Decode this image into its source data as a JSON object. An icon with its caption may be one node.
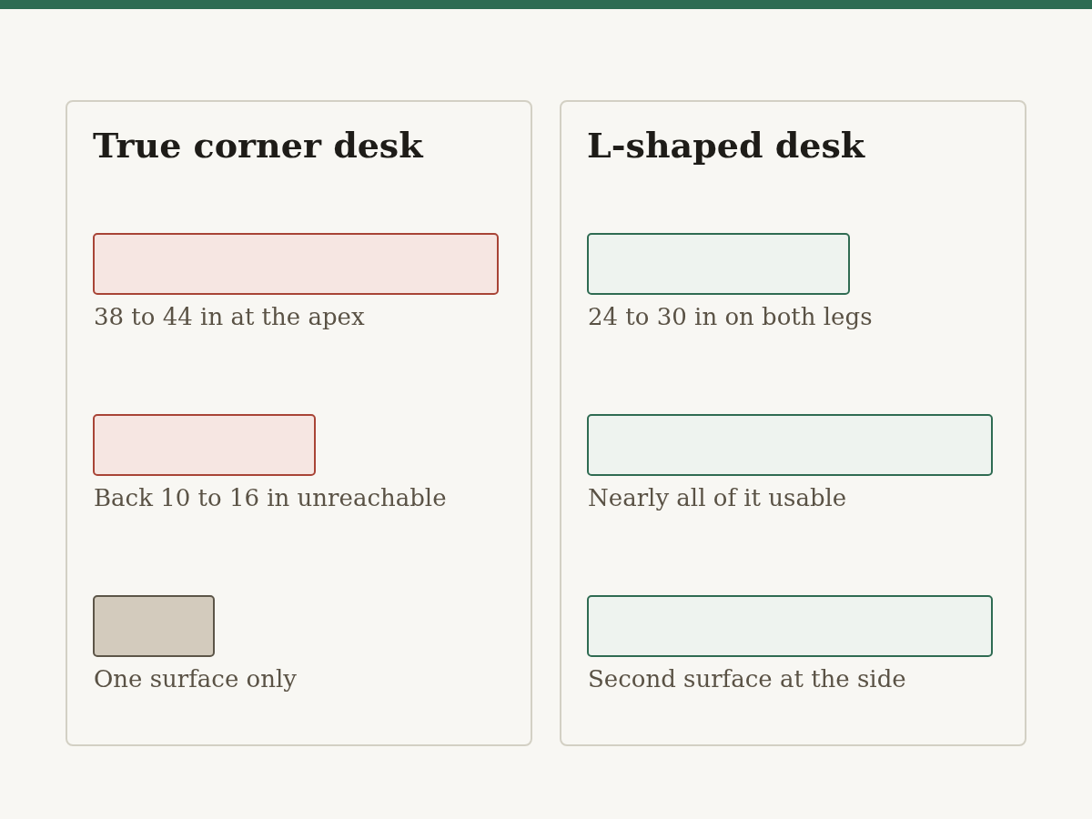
{
  "diagram": {
    "nodes": [
      {
        "text": [
          "True corner desk"
        ]
      },
      {
        "text": [],
        "shape": "bar",
        "in": 0,
        "beside": [
          "38 to 44 in at the apex"
        ]
      },
      {
        "text": [],
        "shape": "bar",
        "in": 0,
        "beside": [
          "Back 10 to 16 in unreachable"
        ]
      },
      {
        "text": [],
        "shape": "bar",
        "in": 0,
        "beside": [
          "One surface only"
        ]
      },
      {
        "text": [
          "L-shaped desk"
        ]
      },
      {
        "text": [],
        "shape": "bar",
        "in": 4,
        "beside": [
          "24 to 30 in on both legs"
        ]
      },
      {
        "text": [],
        "shape": "bar",
        "in": 4,
        "beside": [
          "Nearly all of it usable"
        ]
      },
      {
        "text": [],
        "shape": "bar",
        "in": 4,
        "beside": [
          "Second surface at the side"
        ]
      }
    ]
  }
}
